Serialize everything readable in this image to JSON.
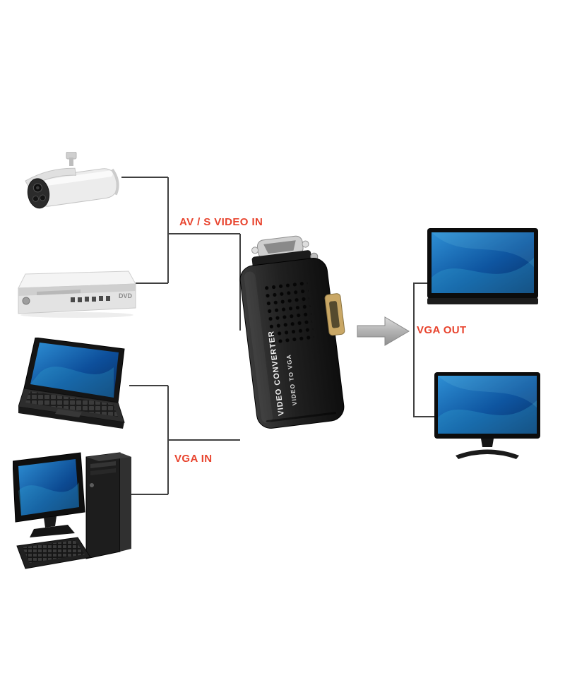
{
  "labels": {
    "av_in": "AV / S VIDEO IN",
    "vga_in": "VGA IN",
    "vga_out": "VGA OUT"
  },
  "converter": {
    "name_vertical": "VIDEO CONVERTER",
    "subtitle_vertical": "VIDEO TO VGA"
  },
  "devices": {
    "camera": "cctv-security-camera",
    "dvd_player": "dvd-player",
    "dvd_badge": "DVD",
    "laptop": "laptop-computer",
    "desktop": "desktop-computer",
    "monitor_top": "lcd-monitor",
    "monitor_bottom": "lcd-monitor"
  },
  "colors": {
    "label_red": "#e8432d",
    "connector_line": "#3f3f3f",
    "arrow_gray": "#b8b8b8",
    "screen_blue_dark": "#093168",
    "screen_blue_light": "#2e8fd4",
    "converter_body": "#1f1f1f",
    "side_port_gold": "#c9a765"
  }
}
